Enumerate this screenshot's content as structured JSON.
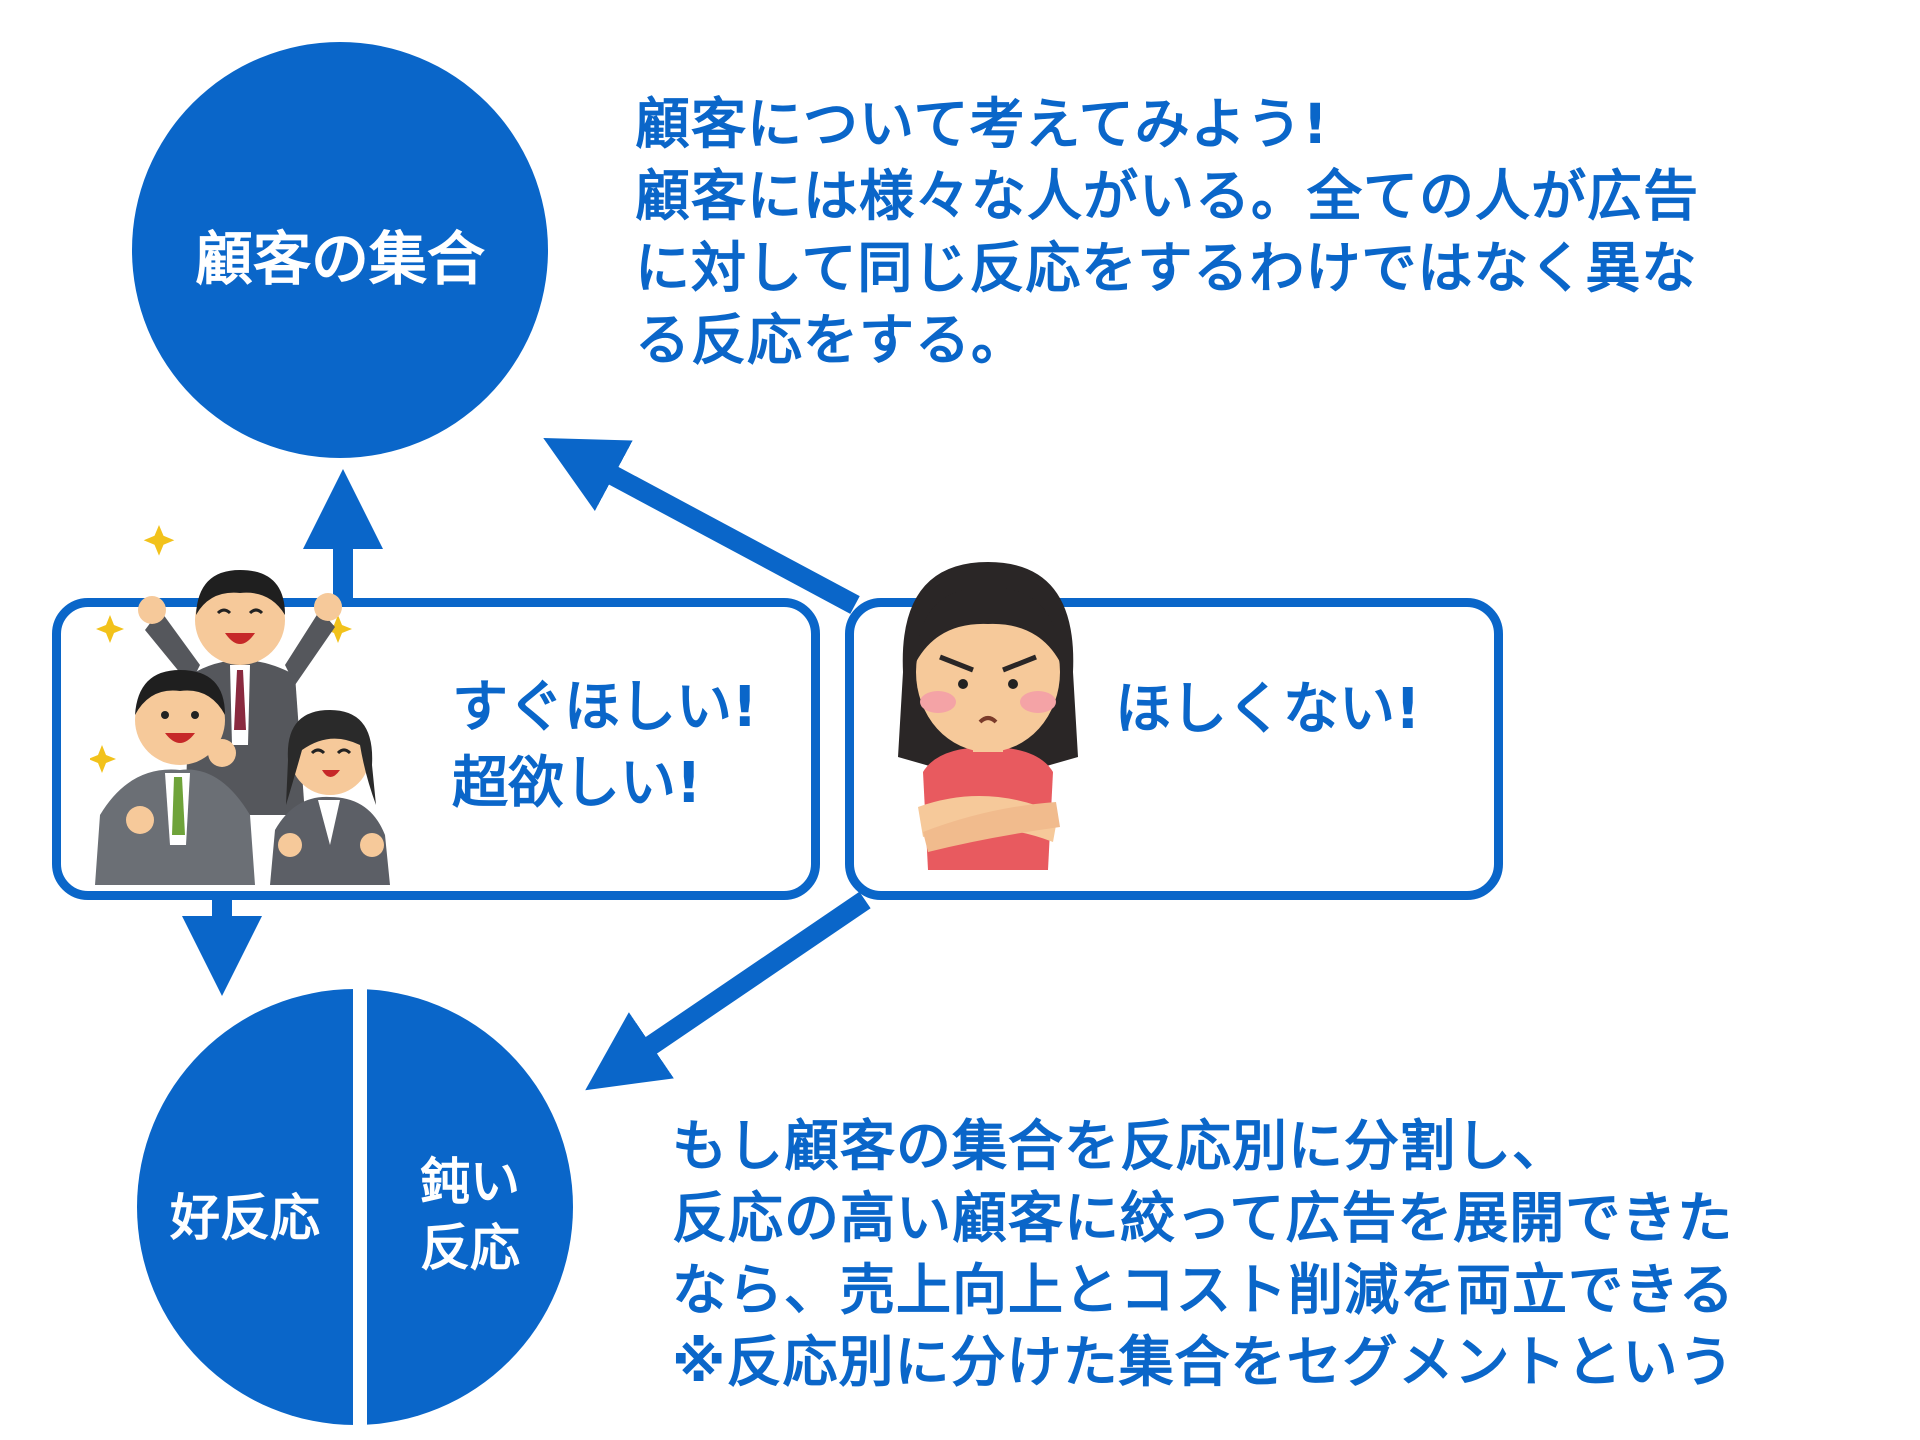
{
  "diagram": {
    "accent_color": "#0a66c9",
    "top_circle": {
      "label": "顧客の集合"
    },
    "bottom_circle": {
      "left_label": "好反応",
      "right_label_line1": "鈍い",
      "right_label_line2": "反応"
    },
    "intro_text": [
      "顧客について考えてみよう!",
      "顧客には様々な人がいる。全ての人が広告",
      "に対して同じ反応をするわけではなく異な",
      "る反応をする。"
    ],
    "positive_box": {
      "line1": "すぐほしい!",
      "line2": "超欲しい!",
      "illustration": "cheering-business-people-icon"
    },
    "negative_box": {
      "line1": "ほしくない!",
      "illustration": "arms-crossed-woman-icon"
    },
    "conclusion_text": [
      "もし顧客の集合を反応別に分割し、",
      "反応の高い顧客に絞って広告を展開できた",
      "なら、売上向上とコスト削減を両立できる",
      "※反応別に分けた集合をセグメントという"
    ]
  }
}
